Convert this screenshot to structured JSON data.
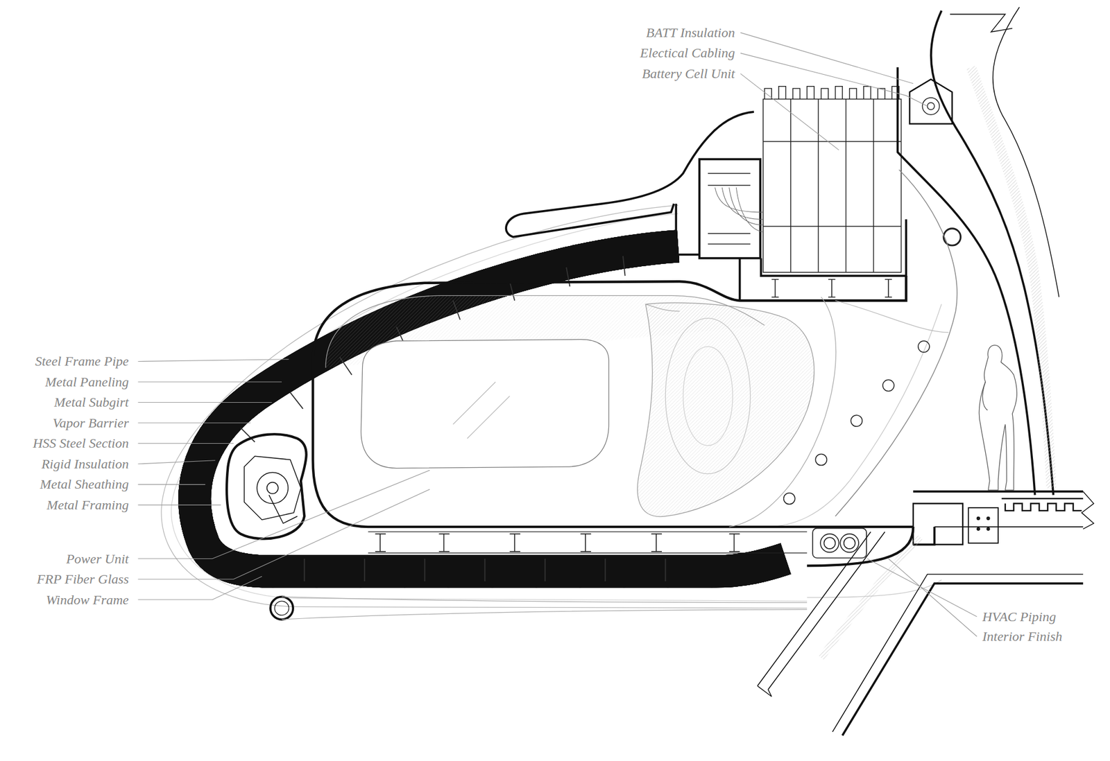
{
  "diagram": {
    "labels": [
      "BATT Insulation",
      "Electical Cabling",
      "Battery Cell Unit",
      "Steel Frame Pipe",
      "Metal Paneling",
      "Metal Subgirt",
      "Vapor Barrier",
      "HSS Steel Section",
      "Rigid Insulation",
      "Metal Sheathing",
      "Metal Framing",
      "Power Unit",
      "FRP Fiber Glass",
      "Window Frame",
      "HVAC Piping",
      "Interior Finish"
    ]
  }
}
